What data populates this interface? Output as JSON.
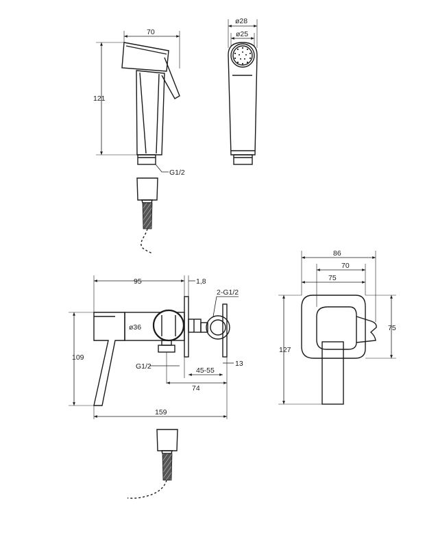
{
  "dimensions": {
    "handshower_width": "70",
    "handshower_height": "121",
    "handshower_thread": "G1/2",
    "head_outer_dia": "ø28",
    "head_inner_dia": "ø25",
    "mixer_depth": "95",
    "plate_thickness": "1,8",
    "outlet_thread": "2-G1/2",
    "body_dia": "ø36",
    "mixer_height": "109",
    "inlet_thread": "G1/2",
    "wall_range": "45-55",
    "holder_depth": "13",
    "inlet_offset": "74",
    "total_length": "159",
    "front_width": "86",
    "front_inner_width": "70",
    "front_plate_width": "75",
    "front_plate_height": "75",
    "front_height": "127"
  },
  "colors": {
    "line": "#1a1a1a",
    "background": "#ffffff"
  }
}
